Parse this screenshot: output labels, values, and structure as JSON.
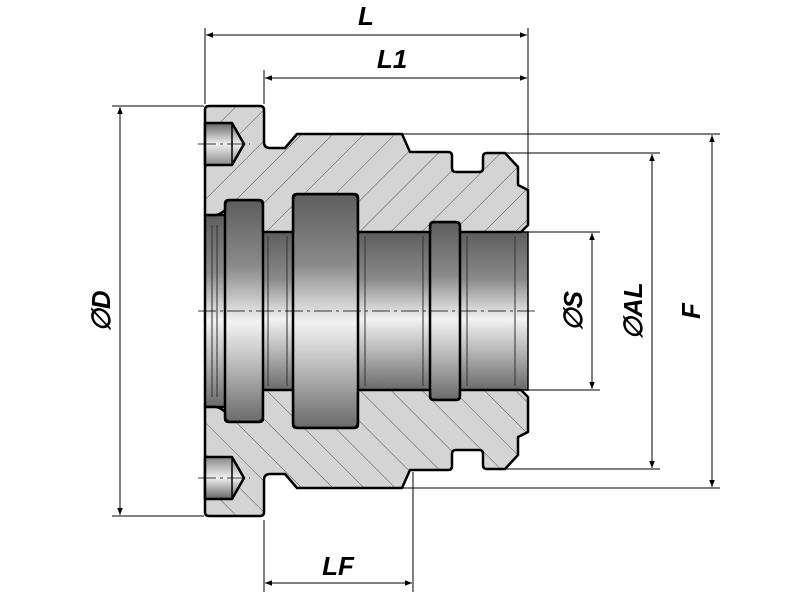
{
  "drawing": {
    "title": "Threaded cartridge port cross-section",
    "dimensions": {
      "L": "L",
      "L1": "L1",
      "D": "∅D",
      "S": "∅S",
      "AL": "∅AL",
      "F": "F",
      "LF": "LF"
    },
    "colors": {
      "section_fill": "#d4d4d4",
      "bore_dark": "#6e6e6e",
      "bore_light": "#f4f4f4",
      "line": "#000000"
    }
  }
}
